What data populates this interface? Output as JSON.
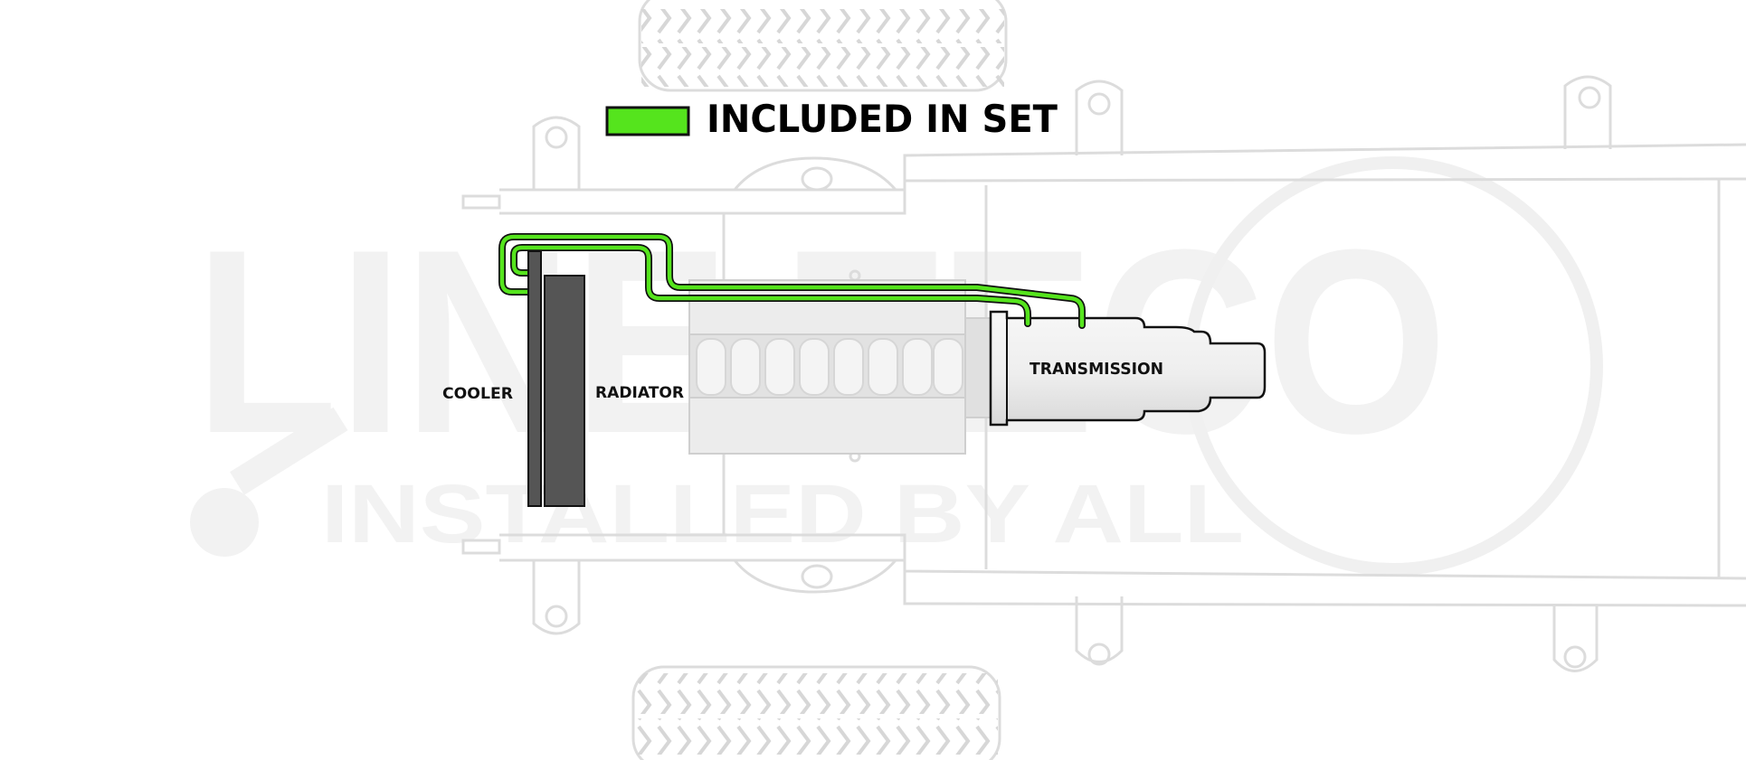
{
  "legend": {
    "label": "INCLUDED IN SET",
    "swatch_color": "#55e41d"
  },
  "labels": {
    "cooler": "COOLER",
    "radiator": "RADIATOR",
    "transmission": "TRANSMISSION"
  },
  "watermark": {
    "line1": "LINE TECO",
    "line2": "INSTALLED BY ALL"
  },
  "colors": {
    "line_green": "#55e41d",
    "frame_gray": "#dcdcdc",
    "radiator_fill": "#555555",
    "watermark": "#f2f2f2"
  }
}
